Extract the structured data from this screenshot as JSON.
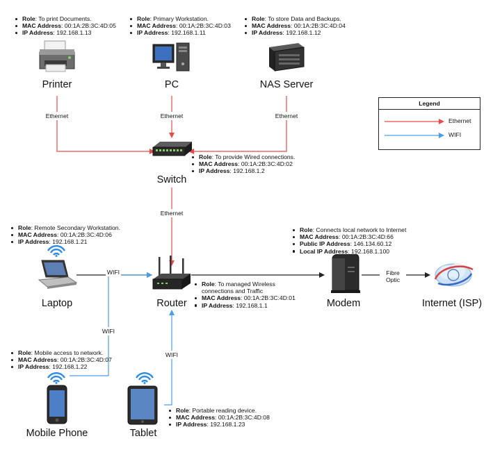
{
  "devices": {
    "printer": {
      "label": "Printer",
      "info": [
        {
          "k": "Role",
          "v": "To print Documents."
        },
        {
          "k": "MAC Address",
          "v": "00:1A:2B:3C:4D:05"
        },
        {
          "k": "IP Address",
          "v": "192.168.1.13"
        }
      ]
    },
    "pc": {
      "label": "PC",
      "info": [
        {
          "k": "Role",
          "v": "Primary Workstation."
        },
        {
          "k": "MAC Address",
          "v": "00:1A:2B:3C:4D:03"
        },
        {
          "k": "IP Address",
          "v": "192.168.1.11"
        }
      ]
    },
    "nas": {
      "label": "NAS Server",
      "info": [
        {
          "k": "Role",
          "v": "To store Data and Backups."
        },
        {
          "k": "MAC Address",
          "v": "00:1A:2B:3C:4D:04"
        },
        {
          "k": "IP Address",
          "v": "192.168.1.12"
        }
      ]
    },
    "switch": {
      "label": "Switch",
      "info": [
        {
          "k": "Role",
          "v": "To provide Wired connections."
        },
        {
          "k": "MAC Address",
          "v": "00:1A:2B:3C:4D:02"
        },
        {
          "k": "IP Address",
          "v": "192.168.1.2"
        }
      ]
    },
    "laptop": {
      "label": "Laptop",
      "info": [
        {
          "k": "Role",
          "v": "Remote Secondary Workstation."
        },
        {
          "k": "MAC Address",
          "v": "00:1A:2B:3C:4D:06"
        },
        {
          "k": "IP Address",
          "v": "192.168.1.21"
        }
      ]
    },
    "router": {
      "label": "Router",
      "info": [
        {
          "k": "Role",
          "v": "To managed Wireless connections and Traffic"
        },
        {
          "k": "MAC Address",
          "v": "00:1A:2B:3C:4D:01"
        },
        {
          "k": "IP Address",
          "v": "192.168.1.1"
        }
      ]
    },
    "modem": {
      "label": "Modem",
      "info": [
        {
          "k": "Role",
          "v": "Connects local network to Internet"
        },
        {
          "k": "MAC Address",
          "v": "00:1A:2B:3C:4D:66"
        },
        {
          "k": "Public IP Address",
          "v": "146.134.60.12"
        },
        {
          "k": "Local IP Address",
          "v": "192.168.1.100"
        }
      ]
    },
    "internet": {
      "label": "Internet (ISP)"
    },
    "phone": {
      "label": "Mobile Phone",
      "info": [
        {
          "k": "Role",
          "v": "Mobile access to network."
        },
        {
          "k": "MAC Address",
          "v": "00:1A:2B:3C:4D:07"
        },
        {
          "k": "IP Address",
          "v": "192.168.1.22"
        }
      ]
    },
    "tablet": {
      "label": "Tablet",
      "info": [
        {
          "k": "Role",
          "v": "Portable reading device."
        },
        {
          "k": "MAC Address",
          "v": "00:1A:2B:3C:4D:08"
        },
        {
          "k": "IP Address",
          "v": "192.168.1.23"
        }
      ]
    }
  },
  "connections": {
    "printer_switch": "Ethernet",
    "pc_switch": "Ethernet",
    "nas_switch": "Ethernet",
    "switch_router": "Ethernet",
    "laptop_router": "WIFI",
    "phone_router": "WIFI",
    "tablet_router": "WIFI",
    "modem_internet": "Fibre Optic"
  },
  "legend": {
    "title": "Legend",
    "ethernet": "Ethernet",
    "wifi": "WIFI"
  },
  "colors": {
    "ethernet": "#e84b4b",
    "wifi": "#4a9ee6",
    "line": "#222222"
  }
}
